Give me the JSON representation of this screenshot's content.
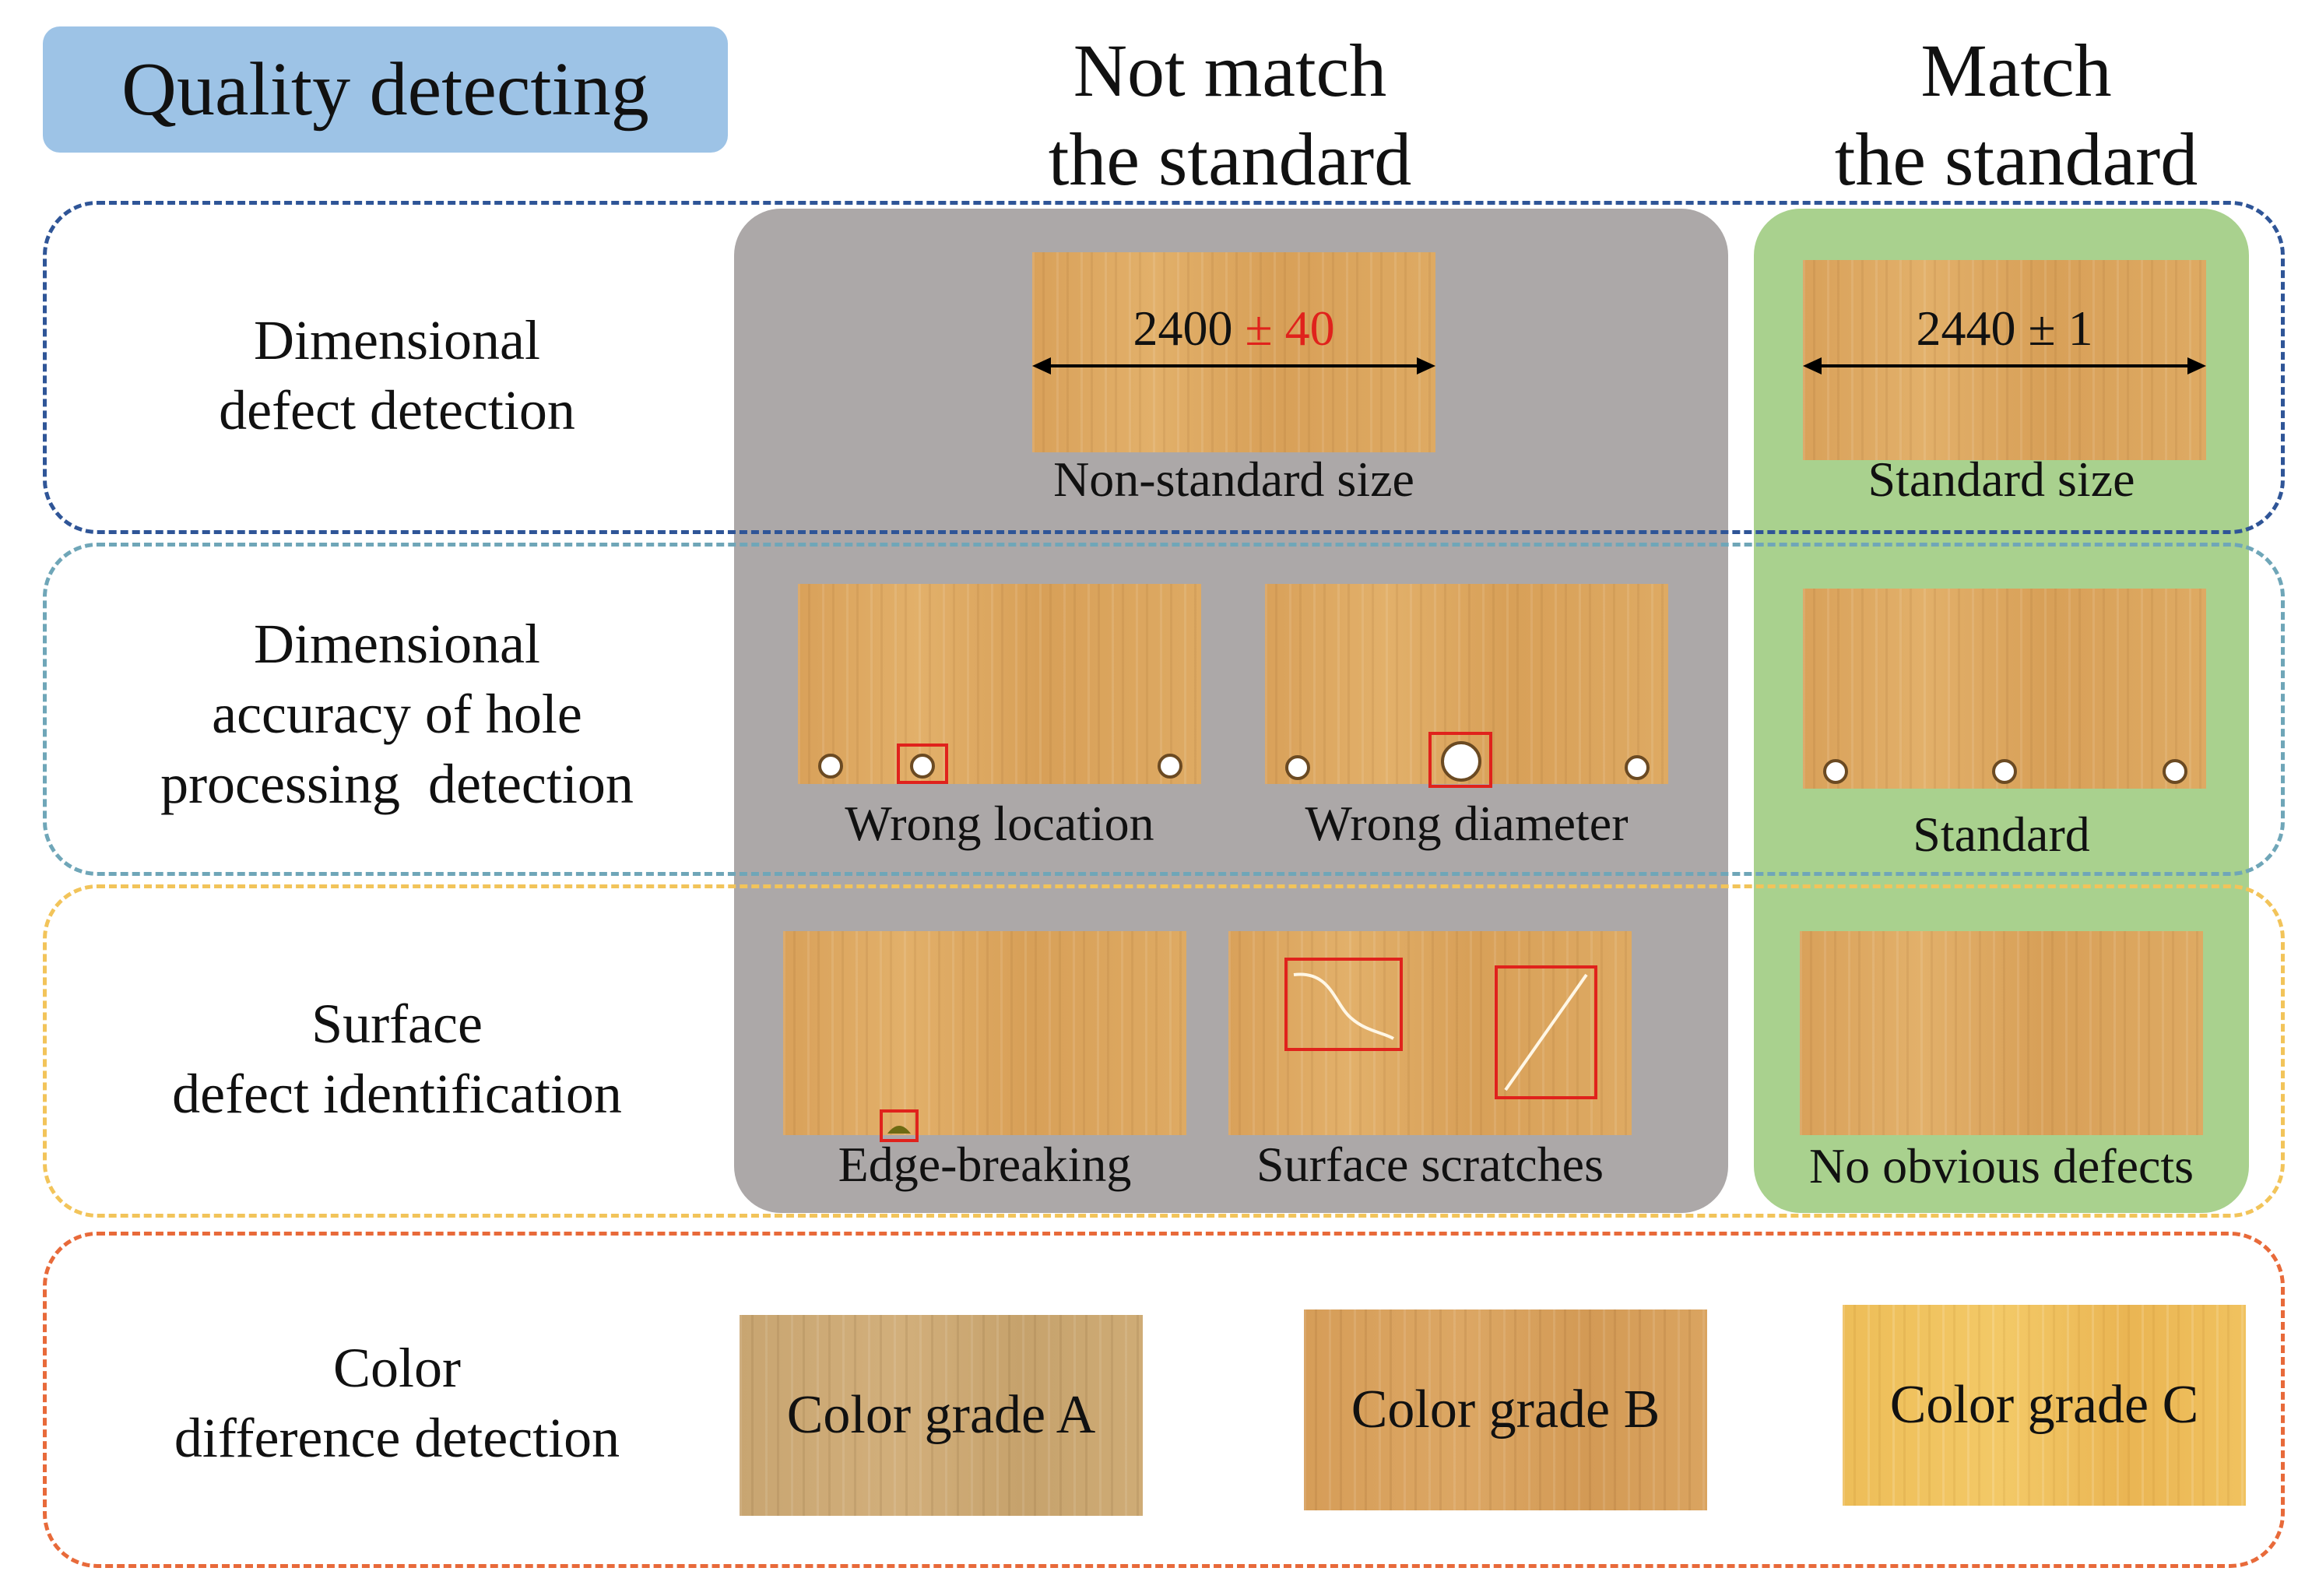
{
  "title": "Quality detecting",
  "columns": {
    "not_match": [
      "Not match",
      "the standard"
    ],
    "match": [
      "Match",
      "the standard"
    ]
  },
  "rows": {
    "dimensional": {
      "label": [
        "Dimensional",
        "defect detection"
      ],
      "nonstandard": {
        "value": "2400",
        "pm": "±",
        "tol": "40",
        "caption": "Non-standard size"
      },
      "standard": {
        "value": "2440",
        "pm": "±",
        "tol": "1",
        "caption": "Standard size"
      }
    },
    "holes": {
      "label": [
        "Dimensional",
        "accuracy of hole",
        "processing  detection"
      ],
      "wrong_location": "Wrong location",
      "wrong_diameter": "Wrong diameter",
      "standard": "Standard"
    },
    "surface": {
      "label": [
        "Surface",
        "defect identification"
      ],
      "edge_breaking": "Edge-breaking",
      "scratches": "Surface scratches",
      "no_defects": "No obvious defects"
    },
    "color": {
      "label": [
        "Color",
        "difference detection"
      ],
      "grades": [
        "Color grade A",
        "Color grade B",
        "Color grade C"
      ]
    }
  },
  "colors": {
    "title_badge": "#9dc3e6",
    "not_match_panel": "#aca8a8",
    "match_panel": "#a9d18e",
    "row_dimensional": "#2f5597",
    "row_holes": "#6fa6b8",
    "row_surface": "#f2c45a",
    "row_color": "#e86a3a",
    "highlight": "#e0221c"
  }
}
